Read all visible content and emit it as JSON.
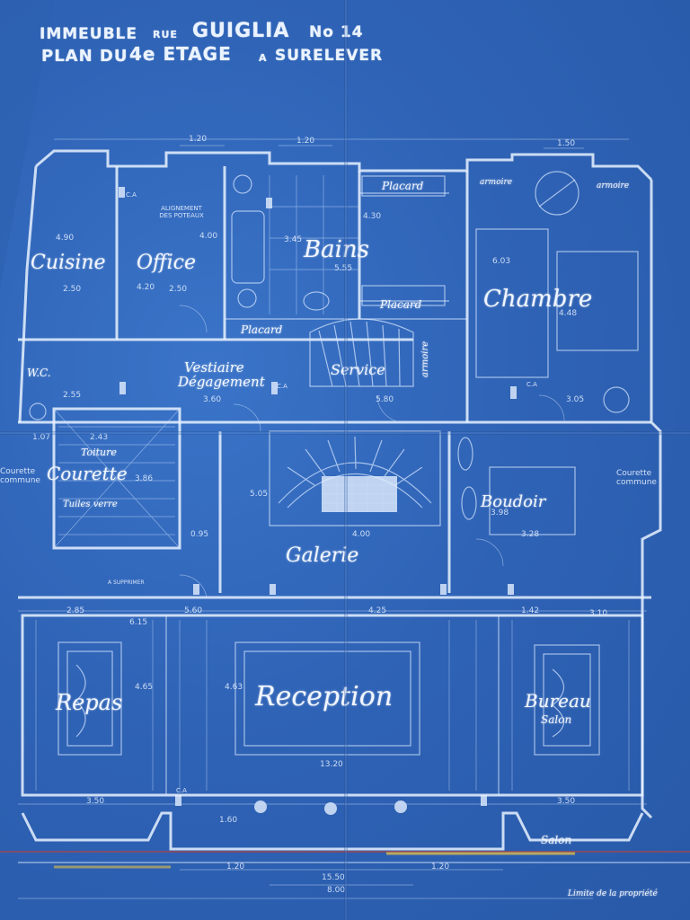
{
  "title": {
    "line1_left": "IMMEUBLE",
    "line1_rue": "RUE",
    "line1_street": "GUIGLIA",
    "line1_no": "No 14",
    "line2_left": "PLAN DU",
    "line2_floor": "4e ETAGE",
    "line2_a": "A",
    "line2_right": "SURELEVER"
  },
  "rooms": {
    "cuisine": "Cuisine",
    "office": "Office",
    "bains": "Bains",
    "chambre": "Chambre",
    "wc": "W.C.",
    "vestiaire": "Vestiaire",
    "degagement": "Dégagement",
    "service": "Service",
    "courette": "Courette",
    "boudoir": "Boudoir",
    "galerie": "Galerie",
    "repas": "Repas",
    "reception": "Reception",
    "bureau": "Bureau",
    "bureau_sub": "Salon",
    "salon_small": "Salon"
  },
  "annotations": {
    "placard1": "Placard",
    "placard2": "Placard",
    "placard3": "Placard",
    "armoire1": "armoire",
    "armoire2": "armoire",
    "armoire_v": "armoire",
    "toiture": "Toiture",
    "tuiles_verre": "Tuiles verre",
    "alignement": "ALIGNEMENT DES POTEAUX",
    "a_supprimer": "A SUPPRIMER",
    "courette_commune_left": "Courette commune",
    "courette_commune_right": "Courette commune",
    "ca": "C.A",
    "limite": "Limite de la propriété"
  },
  "dimensions": {
    "d_120a": "1.20",
    "d_120b": "1.20",
    "d_150": "1.50",
    "d_490": "4.90",
    "d_400": "4.00",
    "d_250a": "2.50",
    "d_250b": "2.50",
    "d_420": "4.20",
    "d_430": "4.30",
    "d_345": "3.45",
    "d_555": "5.55",
    "d_603": "6.03",
    "d_448": "4.48",
    "d_255": "2.55",
    "d_360": "3.60",
    "d_580": "5.80",
    "d_305": "3.05",
    "d_107": "1.07",
    "d_243": "2.43",
    "d_386": "3.86",
    "d_505": "5.05",
    "d_400g": "4.00",
    "d_398": "3.98",
    "d_328": "3.28",
    "d_285": "2.85",
    "d_615": "6.15",
    "d_560": "5.60",
    "d_425": "4.25",
    "d_142": "1.42",
    "d_310": "3.10",
    "d_465": "4.65",
    "d_463": "4.63",
    "d_1320": "13.20",
    "d_350a": "3.50",
    "d_350b": "3.50",
    "d_1550": "15.50",
    "d_800": "8.00",
    "d_120c": "1.20",
    "d_120d": "1.20",
    "d_160": "1.60",
    "d_095": "0.95"
  },
  "colors": {
    "paper": "#2f63b6",
    "lines": "#e8f2ff",
    "accent_red": "#c9402e",
    "accent_yellow": "#e2c14a"
  }
}
